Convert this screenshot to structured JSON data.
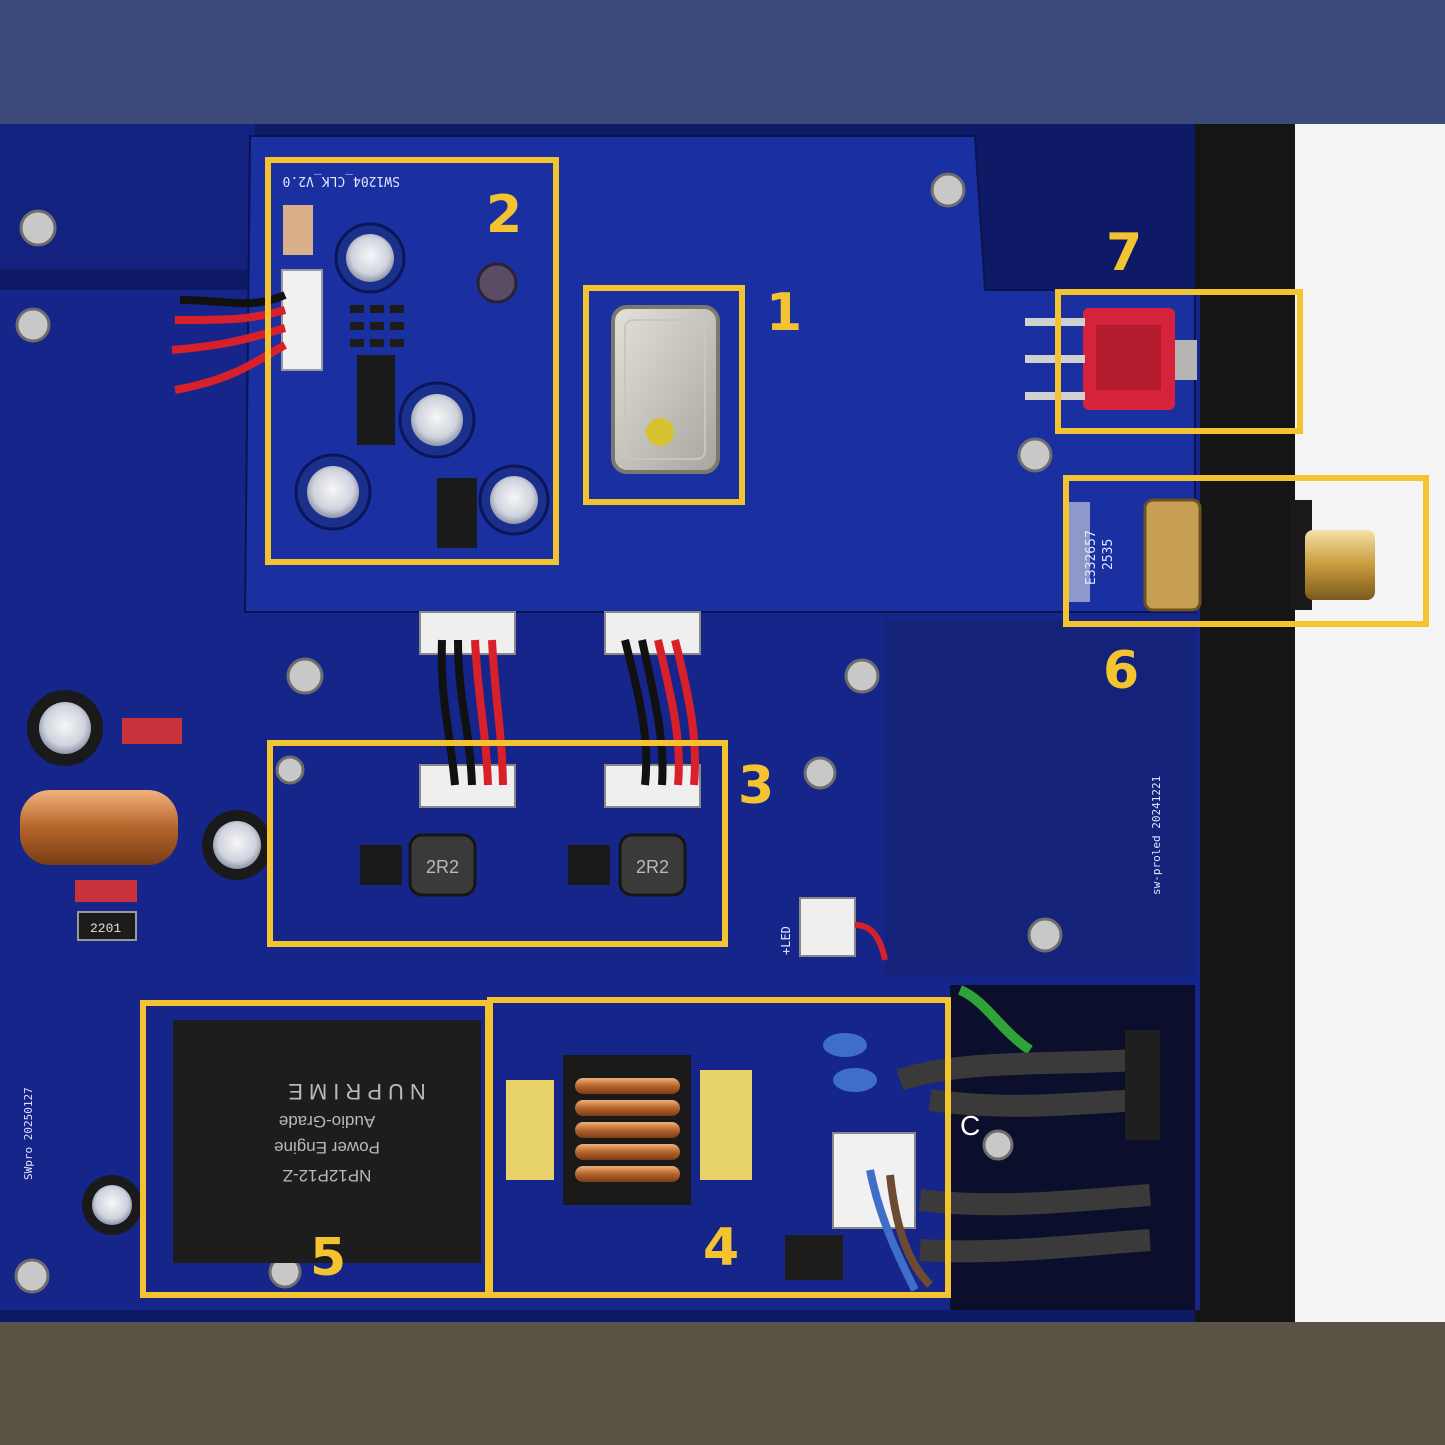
{
  "colors": {
    "top_band": "#3b4a78",
    "bottom_band": "#5a5446",
    "pcb": "#16258a",
    "pcb_dark": "#0d1860",
    "highlight": "#f4c430",
    "chassis": "#151515"
  },
  "callouts": [
    {
      "number": "1"
    },
    {
      "number": "2"
    },
    {
      "number": "3"
    },
    {
      "number": "4"
    },
    {
      "number": "5"
    },
    {
      "number": "6"
    },
    {
      "number": "7"
    }
  ],
  "silkscreen": {
    "clock_board": "SW1204_CLK_V2.0",
    "inductor_a": "2R2",
    "inductor_b": "2R2",
    "resistor": "2201",
    "led_label": "+LED",
    "board_date_left": "SWpro 20250127",
    "board_date_right": "sw-proled 20241221",
    "connector_code_a": "E332657",
    "connector_code_b": "2535",
    "mains_label": "C"
  },
  "power_module": {
    "brand": "NUPRIME",
    "line1": "Audio-Grade",
    "line2": "Power Engine",
    "model": "NP12P12-Z"
  }
}
